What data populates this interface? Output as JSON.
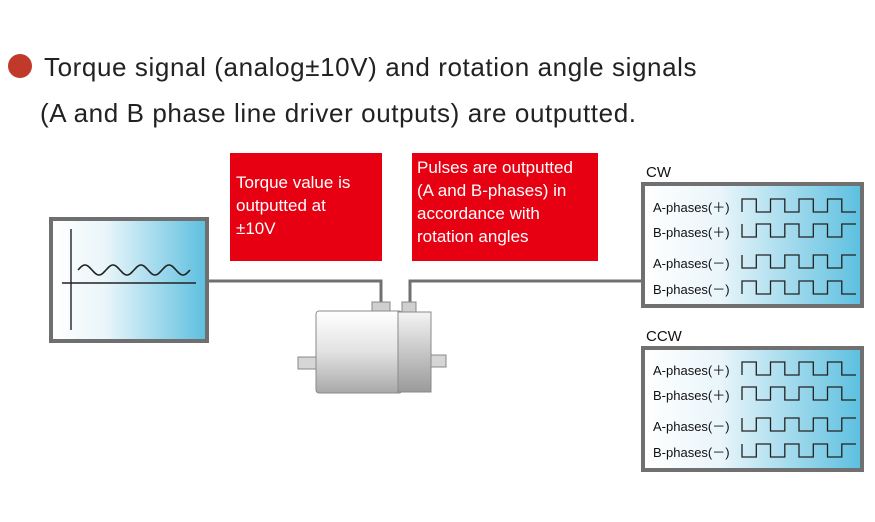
{
  "headline": {
    "line1": "Torque signal (analog±10V) and rotation angle signals",
    "line2": "(A and B phase line driver outputs) are outputted."
  },
  "callouts": {
    "torque": [
      "Torque value is",
      "outputted at",
      "±10V"
    ],
    "pulses": [
      "Pulses are outputted",
      "(A and B-phases) in",
      "accordance with",
      "rotation angles"
    ]
  },
  "panels": [
    {
      "direction": "CW",
      "signals": [
        {
          "label": "A-phases(＋)",
          "start": 1
        },
        {
          "label": "B-phases(＋)",
          "start": 0
        },
        {
          "label": "A-phases(－)",
          "start": 0
        },
        {
          "label": "B-phases(－)",
          "start": 1
        }
      ]
    },
    {
      "direction": "CCW",
      "signals": [
        {
          "label": "A-phases(＋)",
          "start": 1
        },
        {
          "label": "B-phases(＋)",
          "start": 1
        },
        {
          "label": "A-phases(－)",
          "start": 0
        },
        {
          "label": "B-phases(－)",
          "start": 0
        }
      ]
    }
  ],
  "colors": {
    "accent_red": "#e60012",
    "bullet": "#c0392b",
    "frame": "#707070",
    "screen_light": "#f4fafd",
    "screen_dark": "#5ec0e0"
  }
}
